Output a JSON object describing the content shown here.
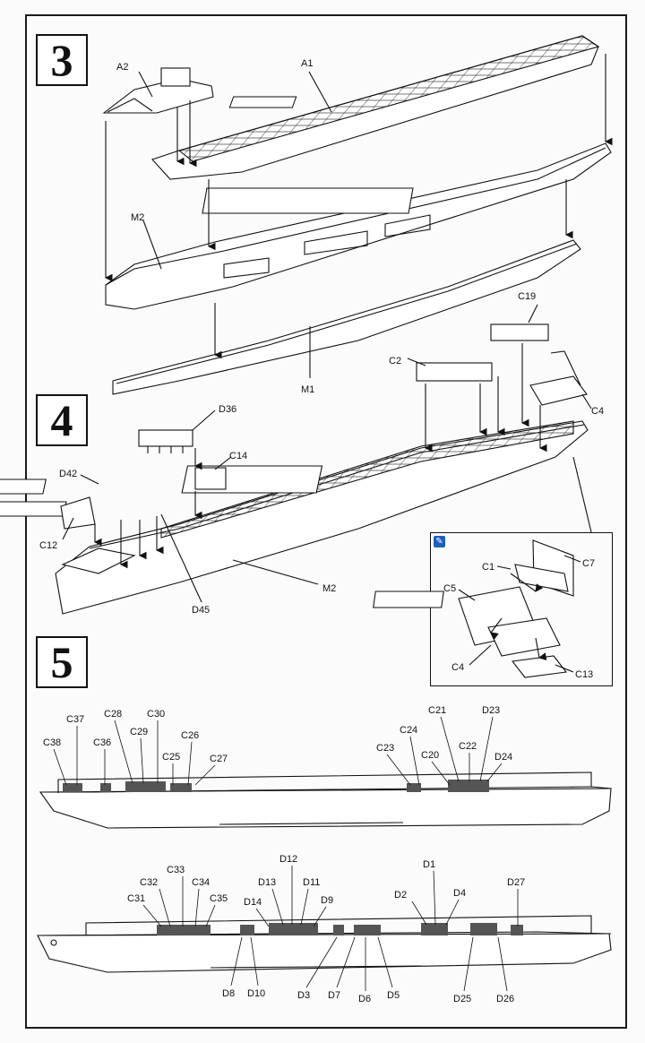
{
  "steps": [
    "3",
    "4",
    "5"
  ],
  "inset_icon": "tool-icon",
  "step3_labels": {
    "a2": "A2",
    "a1": "A1",
    "m2": "M2",
    "m1": "M1"
  },
  "step4_labels": {
    "c19": "C19",
    "c2": "C2",
    "c4_top": "C4",
    "d36": "D36",
    "c14": "C14",
    "d42": "D42",
    "c12": "C12",
    "d45": "D45",
    "m2": "M2"
  },
  "inset_labels": {
    "c1": "C1",
    "c7": "C7",
    "c5": "C5",
    "c4": "C4",
    "c13": "C13"
  },
  "side_view_upper": [
    "C38",
    "C37",
    "C36",
    "C28",
    "C29",
    "C30",
    "C25",
    "C26",
    "C27",
    "C23",
    "C24",
    "C20",
    "C21",
    "C22",
    "D23",
    "D24"
  ],
  "side_view_lower": [
    "C31",
    "C32",
    "C33",
    "C34",
    "C35",
    "D14",
    "D13",
    "D12",
    "D11",
    "D9",
    "D2",
    "D1",
    "D4",
    "D27",
    "D8",
    "D10",
    "D3",
    "D7",
    "D6",
    "D5",
    "D25",
    "D26"
  ]
}
